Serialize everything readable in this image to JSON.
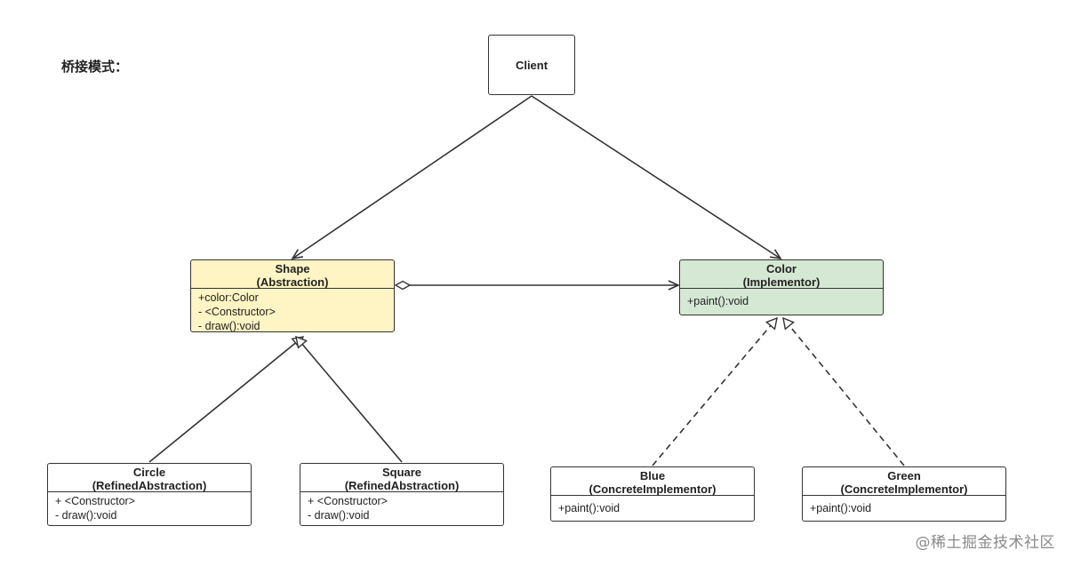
{
  "title": "桥接模式：",
  "watermark": "@稀土掘金技术社区",
  "client": {
    "label": "Client"
  },
  "shape": {
    "name": "Shape",
    "stereotype": "(Abstraction)",
    "members": [
      "+color:Color",
      "- <Constructor>",
      "- draw():void"
    ]
  },
  "color": {
    "name": "Color",
    "stereotype": "(Implementor)",
    "members": [
      "+paint():void"
    ]
  },
  "circle": {
    "name": "Circle",
    "stereotype": "(RefinedAbstraction)",
    "members": [
      "+ <Constructor>",
      "- draw():void"
    ]
  },
  "square": {
    "name": "Square",
    "stereotype": "(RefinedAbstraction)",
    "members": [
      "+ <Constructor>",
      "- draw():void"
    ]
  },
  "blue": {
    "name": "Blue",
    "stereotype": "(ConcreteImplementor)",
    "members": [
      "+paint():void"
    ]
  },
  "green": {
    "name": "Green",
    "stereotype": "(ConcreteImplementor)",
    "members": [
      "+paint():void"
    ]
  },
  "colors": {
    "abstraction_fill": "#fff4c3",
    "implementor_fill": "#d5e8d4",
    "line": "#333333"
  }
}
